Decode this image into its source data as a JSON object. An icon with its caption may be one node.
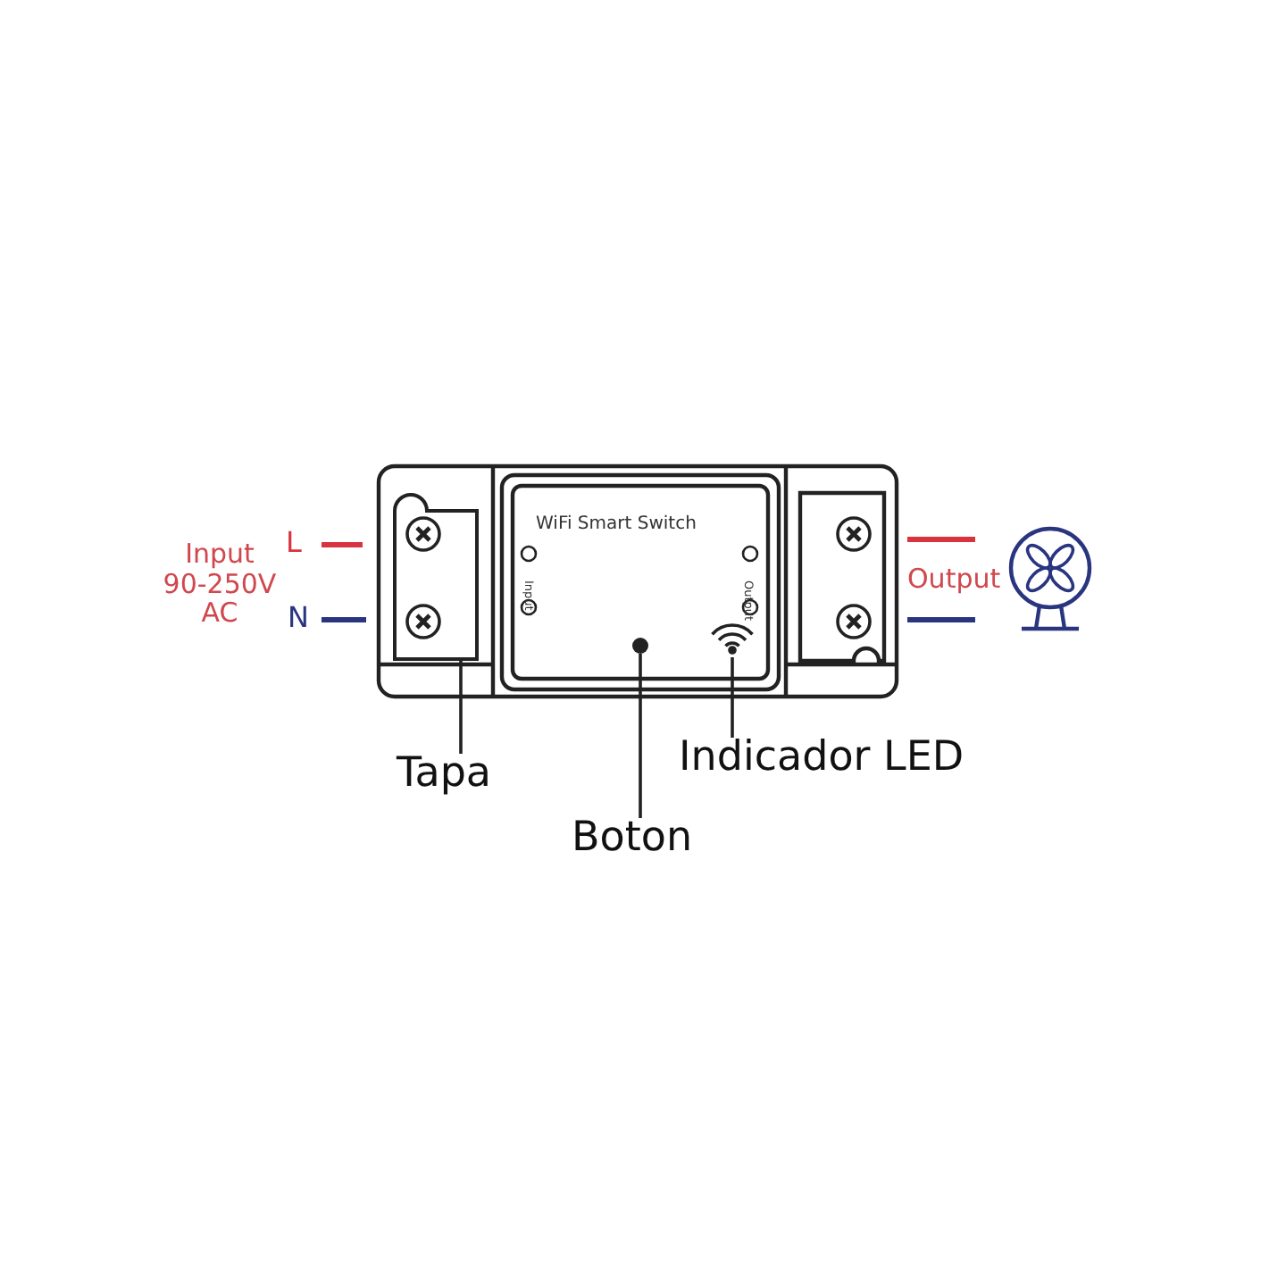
{
  "diagram": {
    "nodes": [
      {
        "text": [
          "Tapa"
        ]
      },
      {
        "text": [],
        "shape": "box"
      },
      {
        "text": [
          "Boton"
        ]
      },
      {
        "text": [],
        "shape": "circle"
      },
      {
        "text": [
          "Indicador LED"
        ]
      },
      {
        "text": [],
        "shape": "picture"
      }
    ],
    "edges": [
      {
        "from": 0,
        "to": 1,
        "arrow": "none"
      },
      {
        "from": 2,
        "to": 3,
        "arrow": "none"
      },
      {
        "from": 4,
        "to": 5,
        "arrow": "none"
      }
    ],
    "labels": [
      "Input 90-250V AC",
      "L",
      "N",
      "WiFi Smart Switch",
      "Input",
      "Output",
      "Output"
    ]
  }
}
